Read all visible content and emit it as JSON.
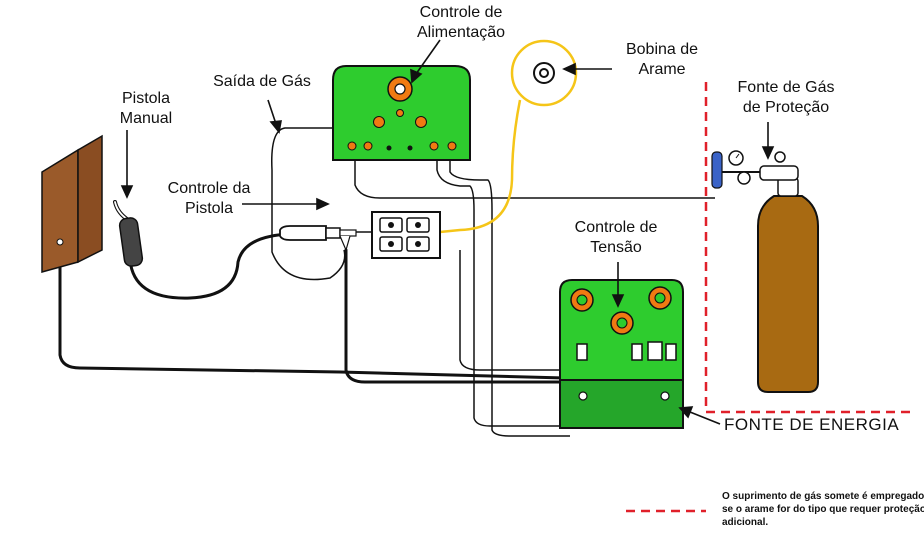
{
  "labels": {
    "feed_control_1": "Controle de",
    "feed_control_2": "Alimentação",
    "gas_outlet": "Saída de Gás",
    "manual_gun_1": "Pistola",
    "manual_gun_2": "Manual",
    "wire_spool_1": "Bobina de",
    "wire_spool_2": "Arame",
    "gas_source_1": "Fonte de Gás",
    "gas_source_2": "de Proteção",
    "gun_control_1": "Controle da",
    "gun_control_2": "Pistola",
    "voltage_control_1": "Controle de",
    "voltage_control_2": "Tensão",
    "power_source": "FONTE DE ENERGIA"
  },
  "note": {
    "line1": "O suprimento de gás somete é empregado",
    "line2": "se o arame for do tipo que requer proteção",
    "line3": "adicional."
  },
  "colors": {
    "panel_green": "#2ecc2e",
    "knob_orange": "#f07a12",
    "wire_yellow": "#f5c518",
    "cylinder_brown": "#a86a12",
    "workpiece_brown": "#9a5a2a",
    "dashed_red": "#e0202a",
    "regulator_blue": "#3a63c8"
  }
}
